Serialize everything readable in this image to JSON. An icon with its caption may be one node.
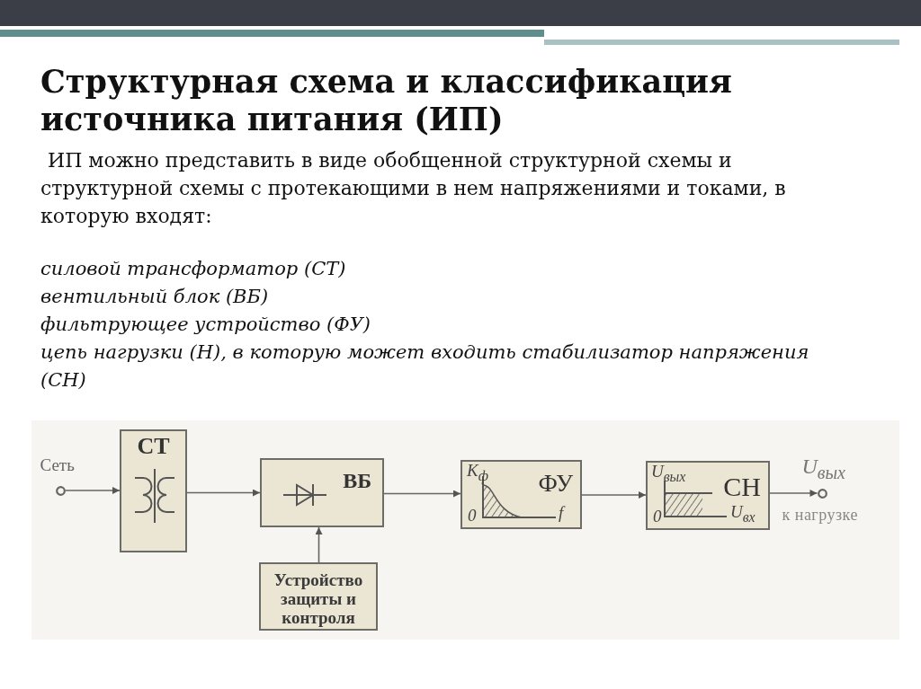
{
  "diagram": {
    "title": "Структурная схема и классификация источника питания (ИП)",
    "nodes": [
      {
        "text": [],
        "shape": "circle",
        "beside": [
          "Сеть"
        ]
      },
      {
        "text": [
          "СТ"
        ]
      },
      {
        "text": [
          "ВБ"
        ]
      },
      {
        "text": [
          "Устройство защиты и контроля"
        ]
      },
      {
        "text": [
          "ФУ",
          "K$_{ф}$",
          "0",
          "f"
        ]
      },
      {
        "text": [
          "СН",
          "U$_{вых}$",
          "0",
          "U$_{вх}$"
        ]
      },
      {
        "text": [],
        "shape": "circle",
        "beside": [
          "U$_{вых}$",
          "к нагрузке"
        ]
      }
    ],
    "edges": [
      {
        "from": 0,
        "to": 1,
        "arrow": "to"
      },
      {
        "from": 1,
        "to": 2,
        "arrow": "to"
      },
      {
        "from": 3,
        "to": 2,
        "arrow": "to"
      },
      {
        "from": 2,
        "to": 4,
        "arrow": "to"
      },
      {
        "from": 4,
        "to": 5,
        "arrow": "to"
      },
      {
        "from": 5,
        "to": 6,
        "arrow": "to"
      }
    ],
    "labels": [
      "ИП можно представить в виде обобщенной структурной схемы и структурной схемы с протекающими в нем напряжениями и токами, в которую входят:",
      "силовой трансформатор (СТ)",
      "вентильный блок (ВБ)",
      "фильтрующее устройство (ФУ)",
      "цепь нагрузки (Н), в которую может входить стабилизатор напряжения (СН)"
    ]
  }
}
